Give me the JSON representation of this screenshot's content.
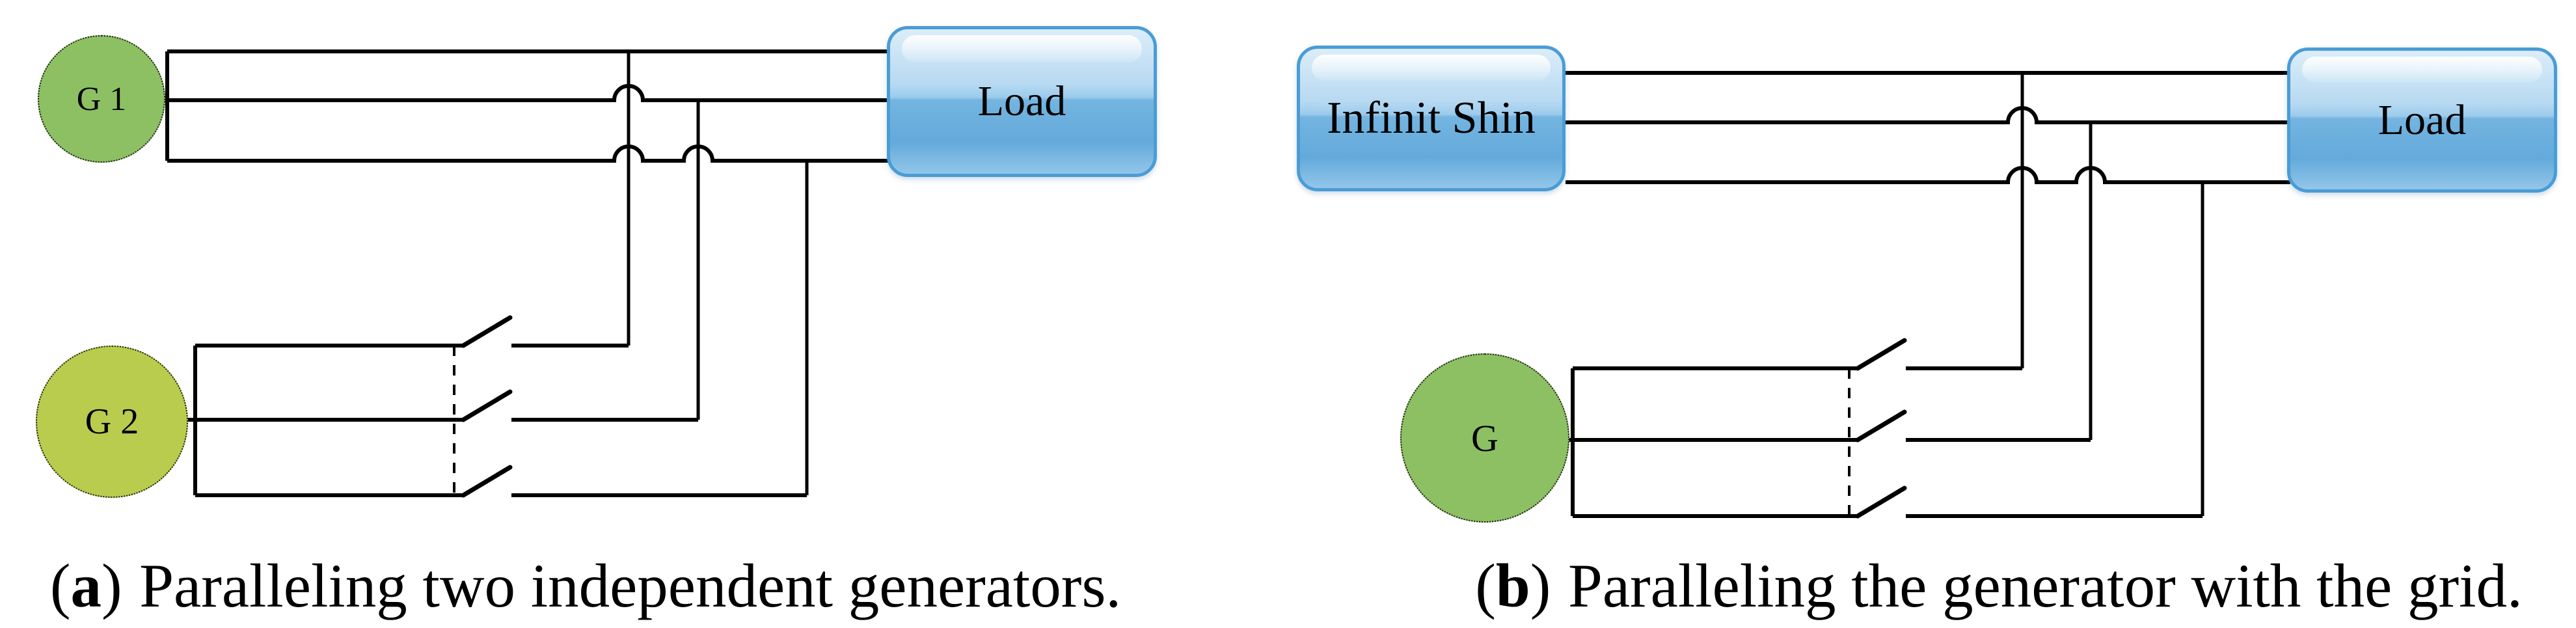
{
  "colors": {
    "background": "#ffffff",
    "wire": "#000000",
    "generator_green": "#8dc063",
    "generator_yellow": "#b9cc4e",
    "node_border": "#4a9cd6",
    "box_top": "#dbedf9",
    "box_mid_light": "#b7d9f1",
    "box_mid_dark": "#74b4e0",
    "box_bottom": "#93c6e9",
    "text": "#000000"
  },
  "panel_a": {
    "generator1_label": "G 1",
    "generator2_label": "G 2",
    "load_label": "Load",
    "caption_open": "(",
    "caption_letter": "a",
    "caption_close": ")",
    "caption_text": "Paralleling two independent generators."
  },
  "panel_b": {
    "grid_label": "Infinit Shin",
    "generator_label": "G",
    "load_label": "Load",
    "caption_open": "(",
    "caption_letter": "b",
    "caption_close": ")",
    "caption_text": "Paralleling the generator with the grid."
  }
}
